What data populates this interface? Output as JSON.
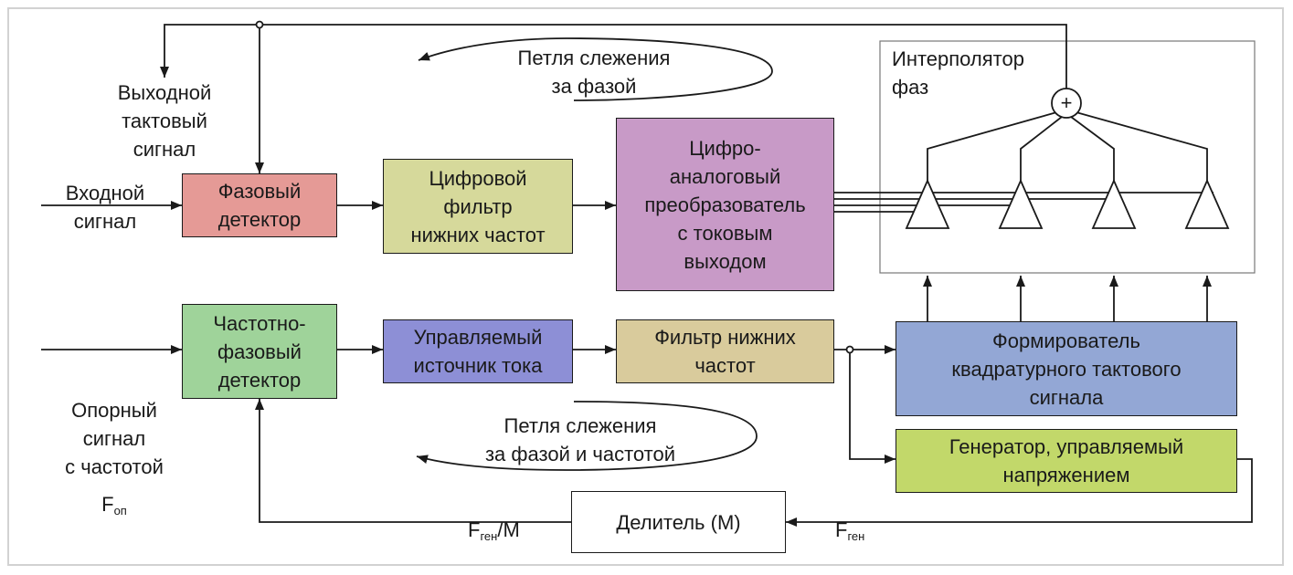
{
  "colors": {
    "phase_detector": "#e59a96",
    "digital_filter": "#d6d99b",
    "dac": "#c89ac7",
    "freq_phase_detector": "#9fd39a",
    "current_source": "#8d8fd6",
    "lowpass_filter": "#d9cb9c",
    "quadrature_former": "#93a7d5",
    "vco": "#c2d86a",
    "divider": "#ffffff",
    "line": "#1a1a1a"
  },
  "blocks": {
    "phase_detector": "Фазовый\nдетектор",
    "digital_filter": "Цифровой\nфильтр\nнижних частот",
    "dac": "Цифро-\nаналоговый\nпреобразователь\nс токовым\nвыходом",
    "freq_phase_detector": "Частотно-\nфазовый\nдетектор",
    "current_source": "Управляемый\nисточник тока",
    "lowpass_filter": "Фильтр нижних\nчастот",
    "quadrature_former": "Формирователь\nквадратурного тактового\nсигнала",
    "vco": "Генератор, управляемый\nнапряжением",
    "divider": "Делитель (М)"
  },
  "labels": {
    "interpolator": "Интерполятор\nфаз",
    "plus": "+",
    "output_clock": "Выходной\nтактовый\nсигнал",
    "input_signal": "Входной\nсигнал",
    "phase_loop": "Петля слежения\nза фазой",
    "ref_signal_main": "Опорный\nсигнал\nс частотой",
    "ref_F": "F",
    "ref_sub": "оп",
    "freq_loop": "Петля слежения\nза фазой и частотой",
    "fgen_m_F": "F",
    "fgen_m_sub": "ген",
    "fgen_m_tail": "/M",
    "fgen_F": "F",
    "fgen_sub": "ген"
  }
}
